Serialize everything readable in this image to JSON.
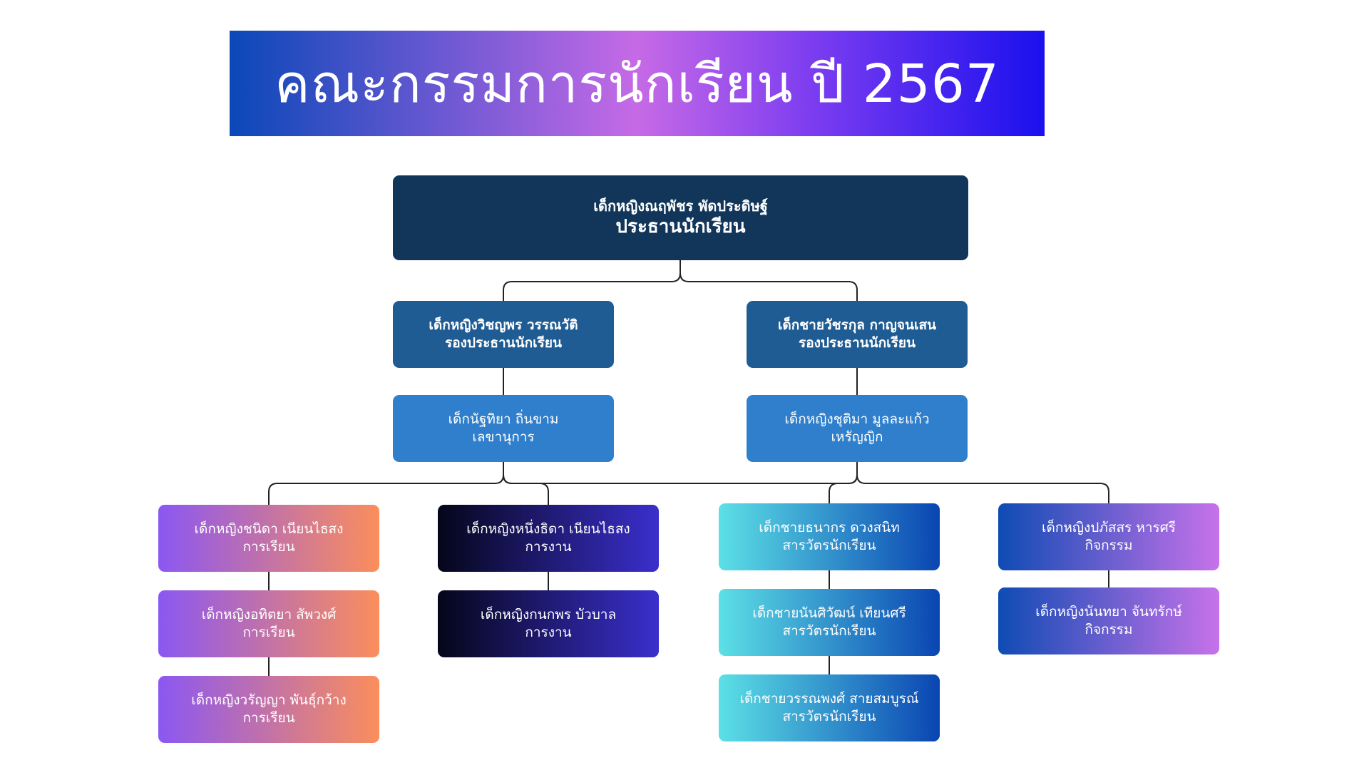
{
  "title": "คณะกรรมการนักเรียน ปี 2567",
  "president": {
    "name": "เด็กหญิงณฤพัชร พัดประดิษฐ์",
    "role": "ประธานนักเรียน"
  },
  "vice_presidents": [
    {
      "name": "เด็กหญิงวิชญพร วรรณวัติ",
      "role": "รองประธานนักเรียน"
    },
    {
      "name": "เด็กชายวัชรกุล กาญจนเสน",
      "role": "รองประธานนักเรียน"
    }
  ],
  "secretary": {
    "name": "เด็กนัฐทิยา  ถิ่นขาม",
    "role": "เลขานุการ"
  },
  "treasurer": {
    "name": "เด็กหญิงชุติมา มูลละแก้ว",
    "role": "เหรัญญิก"
  },
  "education": [
    {
      "name": "เด็กหญิงชนิดา เนียนไธสง",
      "role": "การเรียน"
    },
    {
      "name": "เด็กหญิงอทิตยา สัพวงศ์",
      "role": "การเรียน"
    },
    {
      "name": "เด็กหญิงวรัญญา พันธุ์กว้าง",
      "role": "การเรียน"
    }
  ],
  "work": [
    {
      "name": "เด็กหญิงหนึ่งธิดา เนียนไธสง",
      "role": "การงาน"
    },
    {
      "name": "เด็กหญิงกนกพร บัวบาล",
      "role": "การงาน"
    }
  ],
  "inspectors": [
    {
      "name": "เด็กชายธนากร ดวงสนิท",
      "role": "สารวัตรนักเรียน"
    },
    {
      "name": "เด็กชายนันศิวัฒน์ เทียนศรี",
      "role": "สารวัตรนักเรียน"
    },
    {
      "name": "เด็กชายวรรณพงศ์ สายสมบูรณ์",
      "role": "สารวัตรนักเรียน"
    }
  ],
  "activities": [
    {
      "name": "เด็กหญิงปภัสสร หารศรี",
      "role": "กิจกรรม"
    },
    {
      "name": "เด็กหญิงนันทยา จันทรักษ์",
      "role": "กิจกรรม"
    }
  ],
  "colors": {
    "president": "#11365a",
    "vice_president": "#1e5c93",
    "officer": "#2f7fcc",
    "connector": "#222222"
  }
}
